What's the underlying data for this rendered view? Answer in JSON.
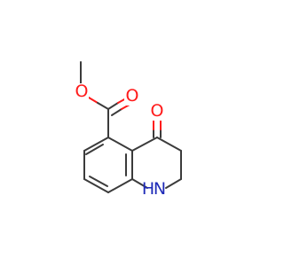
{
  "colors": {
    "carbon_bond": "#3b3b3b",
    "oxygen": "#ff1a1a",
    "nitrogen": "#1f2bb8",
    "background": "#ffffff"
  },
  "atoms": {
    "ester_ether_o": "O",
    "ester_carbonyl_o": "O",
    "ketone_o": "O",
    "amine_n": "N",
    "amine_h": "H"
  }
}
